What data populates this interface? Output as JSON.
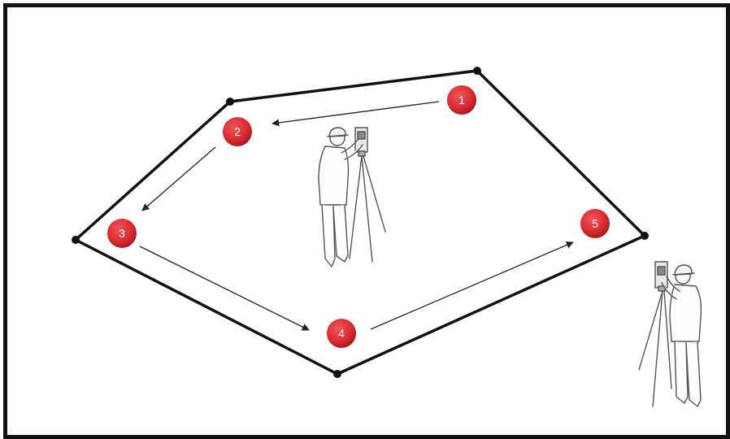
{
  "diagram": {
    "stations": [
      {
        "id": "1",
        "label": "1"
      },
      {
        "id": "2",
        "label": "2"
      },
      {
        "id": "3",
        "label": "3"
      },
      {
        "id": "4",
        "label": "4"
      },
      {
        "id": "5",
        "label": "5"
      }
    ],
    "colors": {
      "station_fill": "#d82a2f",
      "boundary": "#111111",
      "arrow": "#222222",
      "figure_stroke": "#555555"
    },
    "icons": [
      "surveyor-with-total-station-icon"
    ]
  }
}
